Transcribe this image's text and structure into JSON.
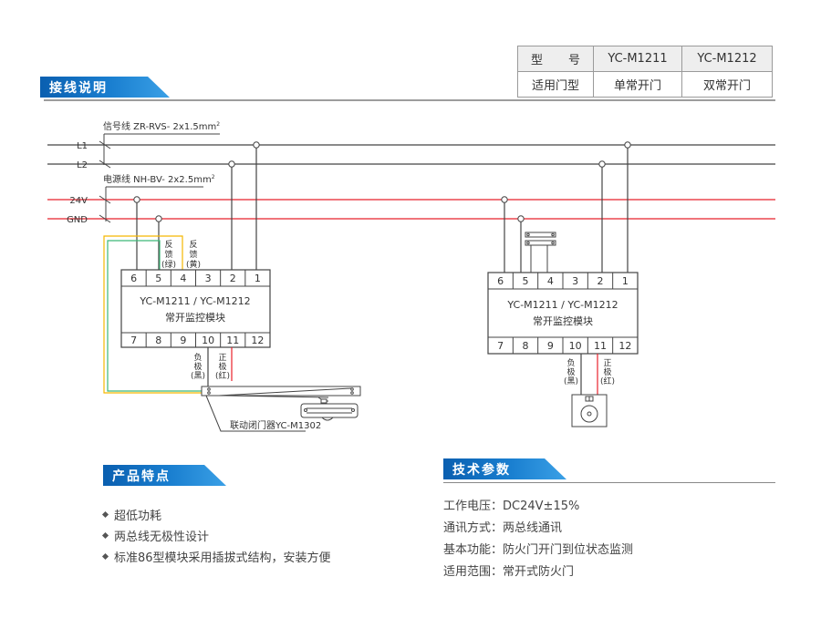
{
  "model_table": {
    "header": [
      "型　号",
      "YC-M1211",
      "YC-M1212"
    ],
    "row": [
      "适用门型",
      "单常开门",
      "双常开门"
    ]
  },
  "sections": {
    "wiring": "接线说明",
    "features": "产品特点",
    "specs": "技术参数"
  },
  "wiring": {
    "signal_cable_label": "信号线  ZR-RVS- 2x1.5mm",
    "signal_cable_sup": "2",
    "power_cable_label": "电源线 NH-BV- 2x2.5mm",
    "power_cable_sup": "2",
    "bus_lines": [
      "L1",
      "L2",
      "24V",
      "GND"
    ],
    "colors": {
      "signal": "#444444",
      "power": "#e8202a",
      "feedback_green": "#3cb878",
      "feedback_yellow": "#f5b800",
      "accent": "#0a64b4"
    },
    "module_left": {
      "top_terminals": [
        "6",
        "5",
        "4",
        "3",
        "2",
        "1"
      ],
      "bottom_terminals": [
        "7",
        "8",
        "9",
        "10",
        "11",
        "12"
      ],
      "title": "YC-M1211 / YC-M1212",
      "subtitle": "常开监控模块",
      "feedback_green": [
        "反",
        "馈",
        "(绿)"
      ],
      "feedback_yellow": [
        "反",
        "馈",
        "(黄)"
      ],
      "negative": [
        "负",
        "极",
        "(黑)"
      ],
      "positive": [
        "正",
        "极",
        "(红)"
      ],
      "device_label": "联动闭门器YC-M1302"
    },
    "module_right": {
      "top_terminals": [
        "6",
        "5",
        "4",
        "3",
        "2",
        "1"
      ],
      "bottom_terminals": [
        "7",
        "8",
        "9",
        "10",
        "11",
        "12"
      ],
      "title": "YC-M1211 / YC-M1212",
      "subtitle": "常开监控模块",
      "negative": [
        "负",
        "极",
        "(黑)"
      ],
      "positive": [
        "正",
        "极",
        "(红)"
      ]
    }
  },
  "features": [
    "超低功耗",
    "两总线无极性设计",
    "标准86型模块采用插拔式结构，安装方便"
  ],
  "specs": [
    {
      "label": "工作电压",
      "value": "DC24V±15%"
    },
    {
      "label": "通讯方式",
      "value": "两总线通讯"
    },
    {
      "label": "基本功能",
      "value": "防火门开门到位状态监测"
    },
    {
      "label": "适用范围",
      "value": "常开式防火门"
    }
  ]
}
